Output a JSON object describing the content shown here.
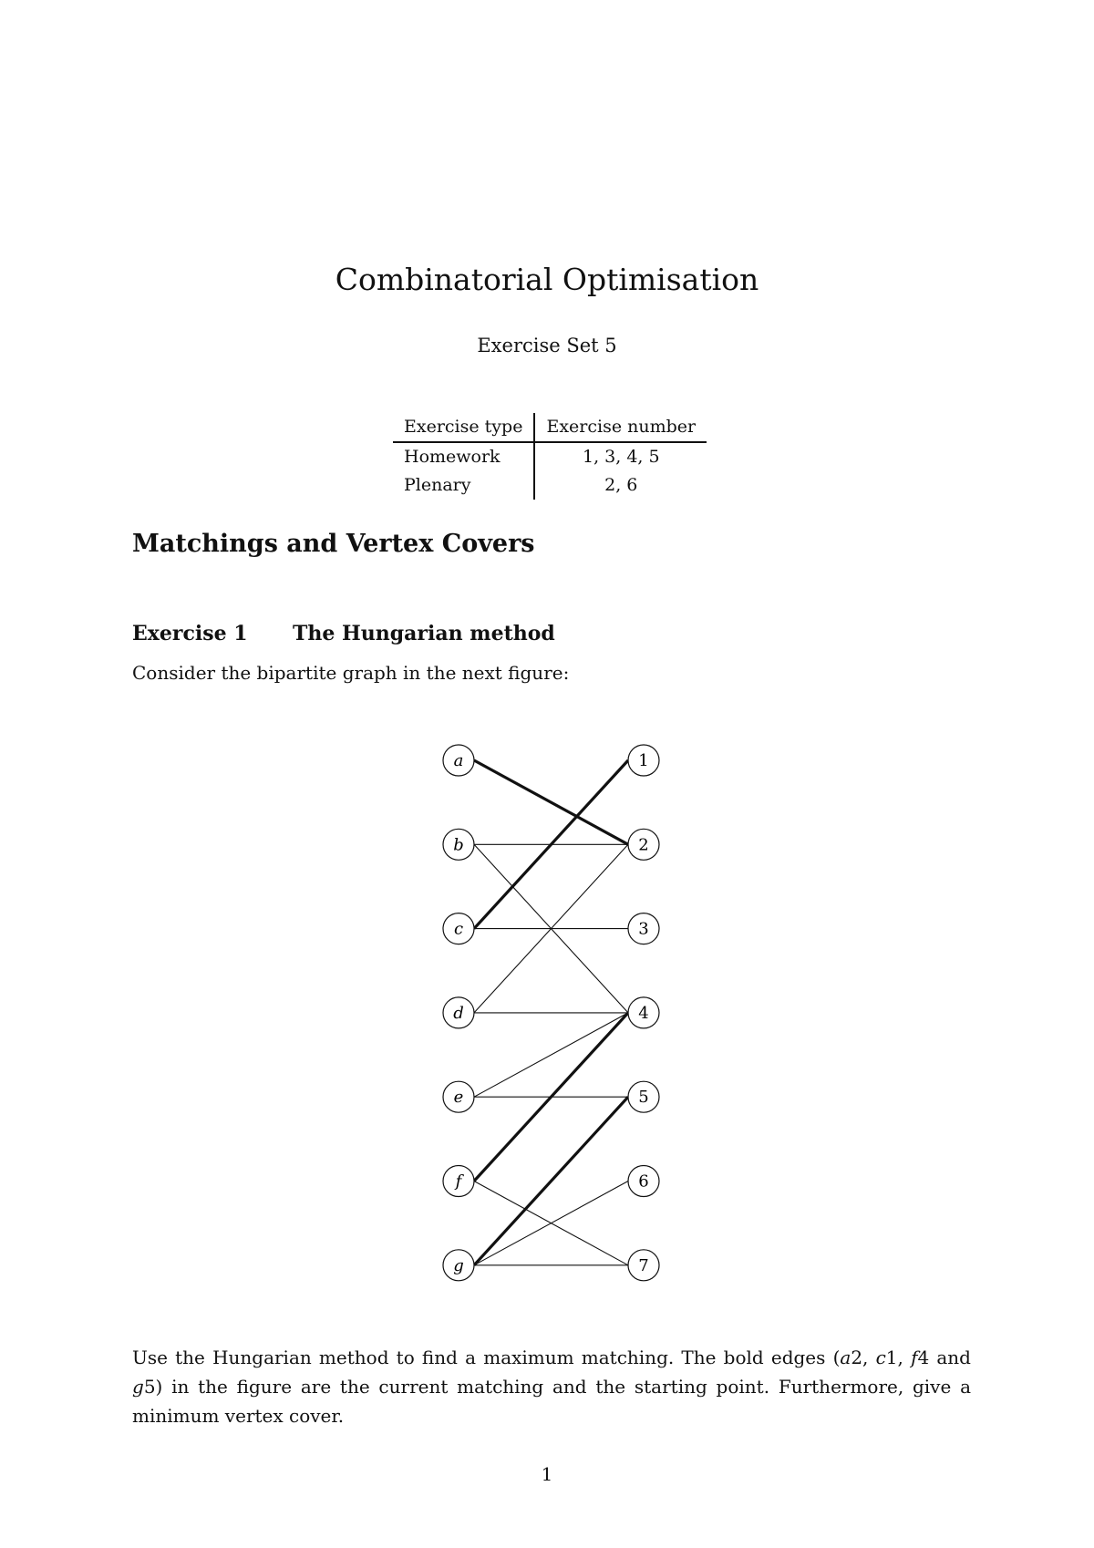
{
  "title": "Combinatorial Optimisation",
  "subtitle": "Exercise Set 5",
  "table": {
    "headers": [
      "Exercise type",
      "Exercise number"
    ],
    "rows": [
      [
        "Homework",
        "1, 3, 4, 5"
      ],
      [
        "Plenary",
        "2, 6"
      ]
    ]
  },
  "section_title": "Matchings and Vertex Covers",
  "exercise": {
    "number": "Exercise 1",
    "name": "The Hungarian method",
    "intro": "Consider the bipartite graph in the next figure:"
  },
  "graph": {
    "left_nodes": [
      "a",
      "b",
      "c",
      "d",
      "e",
      "f",
      "g"
    ],
    "right_nodes": [
      "1",
      "2",
      "3",
      "4",
      "5",
      "6",
      "7"
    ],
    "edges": [
      [
        "a",
        "2",
        true
      ],
      [
        "b",
        "2",
        false
      ],
      [
        "b",
        "4",
        false
      ],
      [
        "c",
        "1",
        true
      ],
      [
        "c",
        "3",
        false
      ],
      [
        "d",
        "2",
        false
      ],
      [
        "d",
        "4",
        false
      ],
      [
        "e",
        "4",
        false
      ],
      [
        "e",
        "5",
        false
      ],
      [
        "f",
        "4",
        true
      ],
      [
        "f",
        "7",
        false
      ],
      [
        "g",
        "5",
        true
      ],
      [
        "g",
        "6",
        false
      ],
      [
        "g",
        "7",
        false
      ]
    ]
  },
  "paragraph": {
    "p1": "Use the Hungarian method to find a maximum matching. The bold edges (",
    "m1": "a",
    "p2": "2, ",
    "m2": "c",
    "p3": "1, ",
    "m3": "f",
    "p4": "4 and ",
    "m4": "g",
    "p5": "5) in the figure are the current matching and the starting point. Furthermore, give a minimum vertex cover."
  },
  "page_number": "1"
}
